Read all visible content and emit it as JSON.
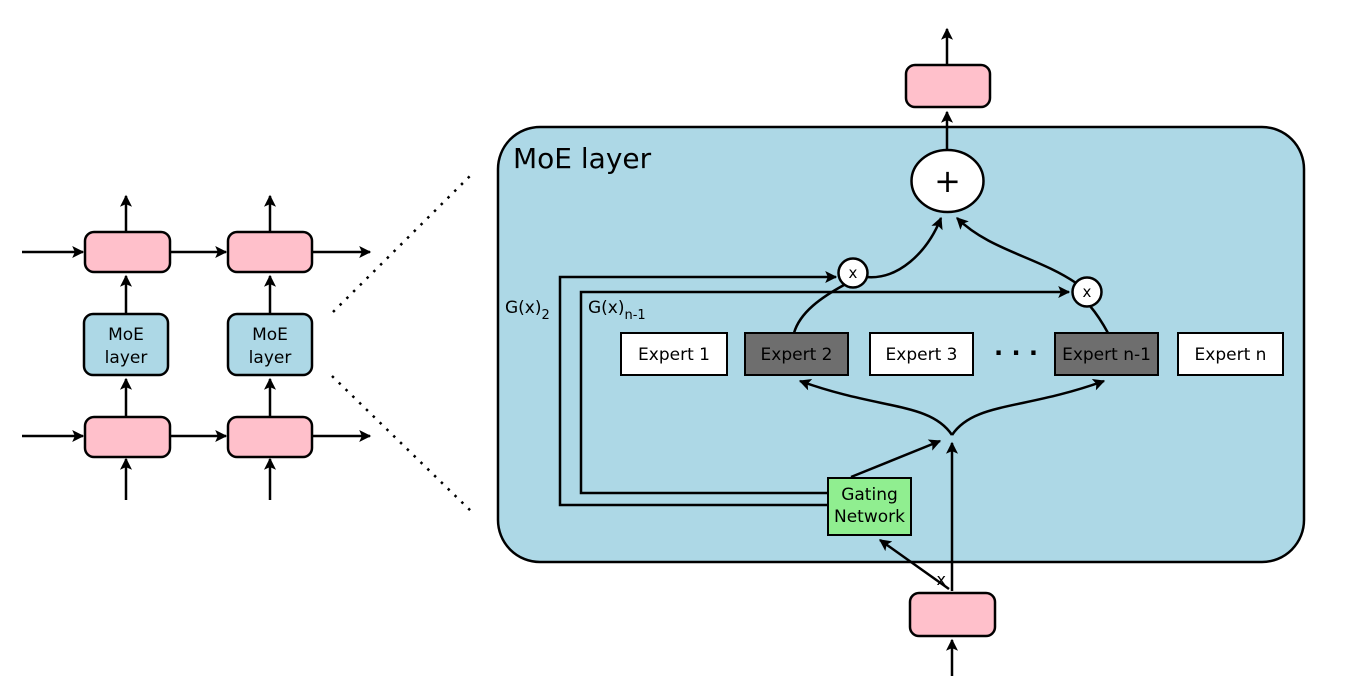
{
  "diagram": {
    "left_panel": {
      "moe_box_line1": "MoE",
      "moe_box_line2": "layer"
    },
    "moe_layer": {
      "title": "MoE layer",
      "experts": [
        "Expert 1",
        "Expert 2",
        "Expert 3",
        "Expert n-1",
        "Expert n"
      ],
      "dots": "· · ·",
      "gating_line1": "Gating",
      "gating_line2": "Network",
      "gate_weight_2_main": "G(x)",
      "gate_weight_2_sub": "2",
      "gate_weight_n1_main": "G(x)",
      "gate_weight_n1_sub": "n-1",
      "multiply_symbol": "x",
      "add_symbol": "+",
      "input_symbol": "x"
    },
    "colors": {
      "layer_blue": "#add8e6",
      "block_pink": "#ffc0cb",
      "expert_selected_gray": "#6e6e6e",
      "expert_idle_white": "#ffffff",
      "gating_green": "#90ee90",
      "line_black": "#000000"
    }
  }
}
